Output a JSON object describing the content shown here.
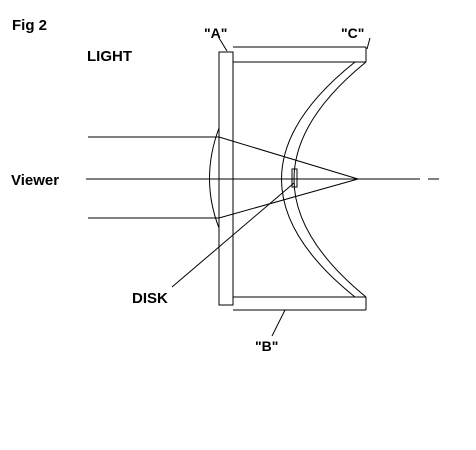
{
  "figure": {
    "title": "Fig 2",
    "labels": {
      "light": "LIGHT",
      "viewer": "Viewer",
      "disk": "DISK",
      "a": "\"A\"",
      "b": "\"B\"",
      "c": "\"C\""
    }
  },
  "colors": {
    "ink": "#000000",
    "background": "#ffffff"
  }
}
